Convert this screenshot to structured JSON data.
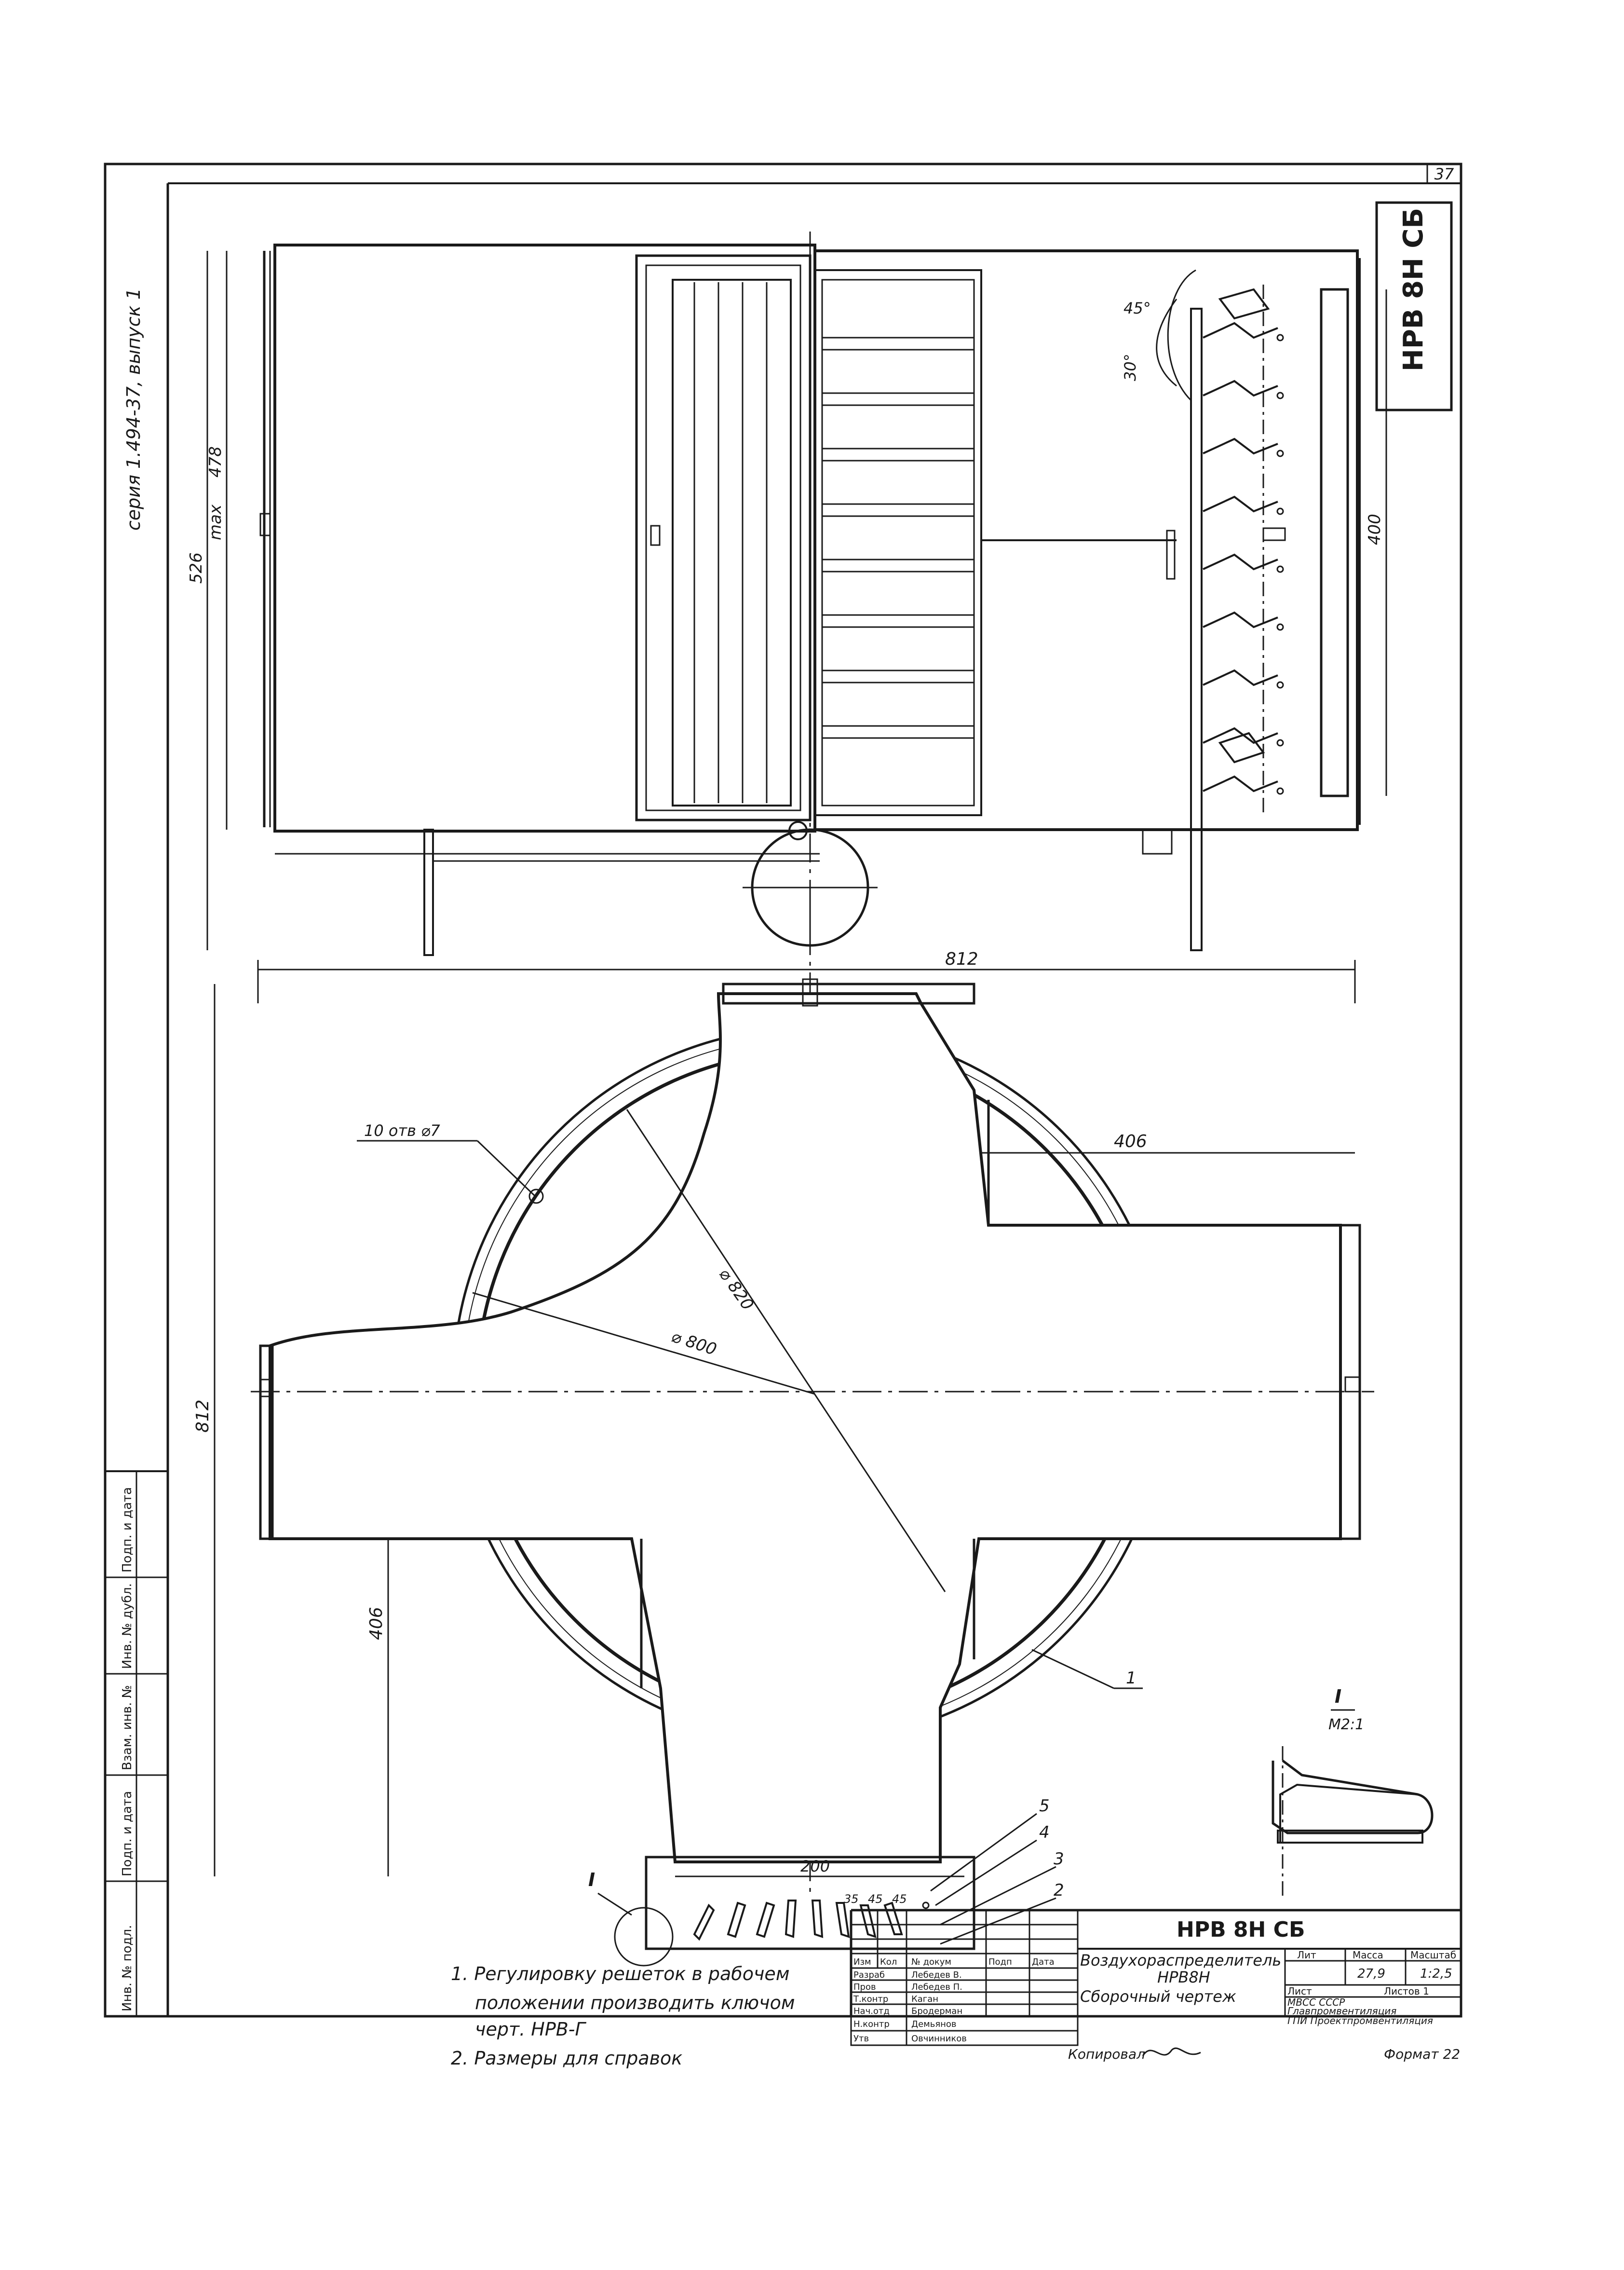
{
  "page_number": "37",
  "series": "серия 1.494-37, выпуск 1",
  "drawing_code": "НРВ 8Н СБ",
  "dimensions": {
    "height_total": "526",
    "height_inner": "478",
    "max_label": "max",
    "depth_right": "400",
    "width_overall": "812",
    "height_overall": "812",
    "half_width": "406",
    "half_height": "406",
    "diameter_outer": "⌀ 820",
    "diameter_inner": "⌀ 800",
    "holes": "10 отв ⌀7",
    "grille_width": "200",
    "angle_45": "45°",
    "angle_30": "30°",
    "angle_grille_a": "35",
    "angle_grille_b": "45",
    "angle_grille_c": "45"
  },
  "callouts": [
    "1",
    "2",
    "3",
    "4",
    "5"
  ],
  "detail": {
    "ref_mark": "I",
    "view_title": "I",
    "scale": "М2:1"
  },
  "notes": [
    "1. Регулировку решеток в рабочем",
    "положении производить ключом",
    "черт. НРВ-Г",
    "2. Размеры для справок"
  ],
  "title_block": {
    "code": "НРВ 8Н СБ",
    "product_name": "Воздухораспределитель",
    "product_code": "НРВ8Н",
    "doc_type": "Сборочный чертеж",
    "col_lit": "Лит",
    "col_mass": "Масса",
    "col_scale": "Масштаб",
    "mass_value": "27,9",
    "scale_value": "1:2,5",
    "sheet_label": "Лист",
    "sheets_label": "Листов 1",
    "org_line1": "МВСС        СССР",
    "org_line2": "Главпромвентиляция",
    "org_line3": "ГПИ Проектпромвентиляция",
    "header_row": [
      "Изм",
      "Кол",
      "№ докум",
      "Подп",
      "Дата"
    ],
    "roles": [
      {
        "role": "Разраб",
        "name": "Лебедев В."
      },
      {
        "role": "Пров",
        "name": "Лебедев П."
      },
      {
        "role": "Т.контр",
        "name": "Каган"
      },
      {
        "role": "Нач.отд",
        "name": "Бродерман"
      },
      {
        "role": "Н.контр",
        "name": "Демьянов"
      },
      {
        "role": "Утв",
        "name": "Овчинников"
      }
    ]
  },
  "left_strip": [
    "Инв. № подл.",
    "Подп. и дата",
    "Взам. инв. №",
    "Инв. № дубл.",
    "Подп. и дата"
  ],
  "copied_by": "Копировал",
  "format": "Формат 22"
}
